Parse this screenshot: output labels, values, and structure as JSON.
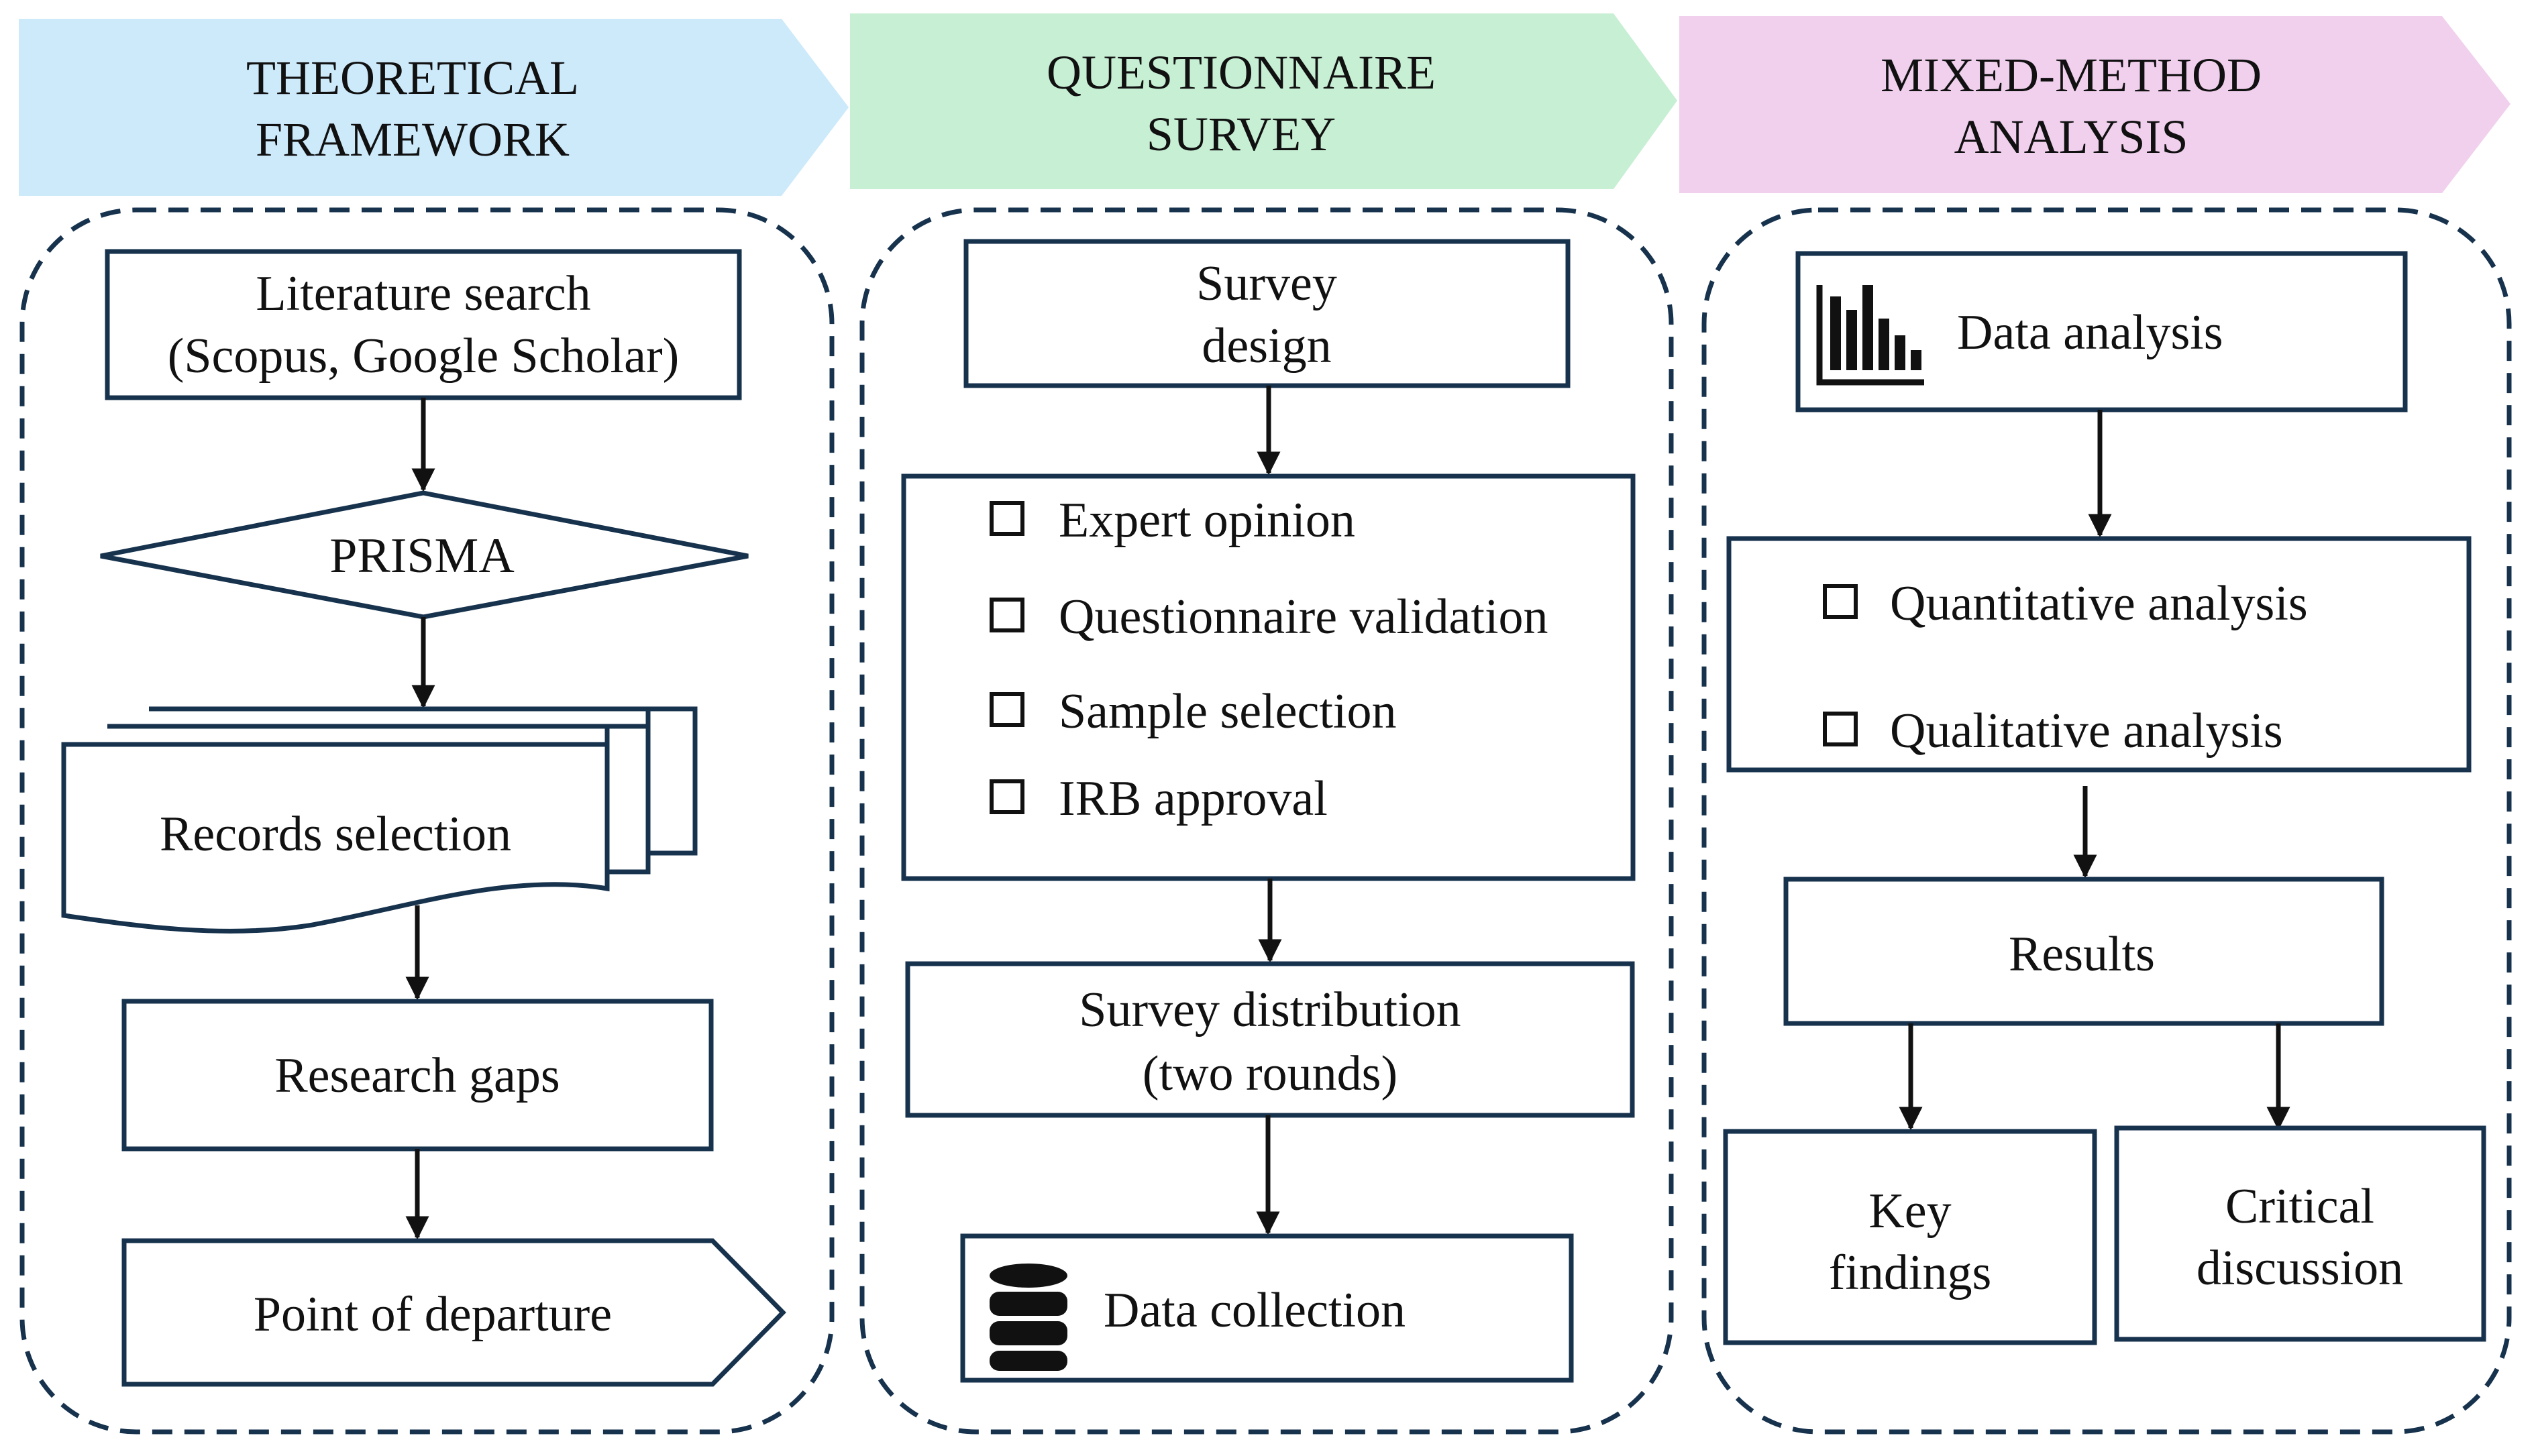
{
  "colors": {
    "header_theory": "#cdeafb",
    "header_survey": "#c7efd4",
    "header_analysis": "#f1d0ee",
    "border": "#17324d"
  },
  "columns": [
    {
      "header": [
        "THEORETICAL",
        "FRAMEWORK"
      ],
      "steps": {
        "literature_search": [
          "Literature search",
          "(Scopus, Google Scholar)"
        ],
        "prisma": "PRISMA",
        "records_selection": "Records selection",
        "research_gaps": "Research gaps",
        "point_of_departure": "Point of departure"
      }
    },
    {
      "header": [
        "QUESTIONNAIRE",
        "SURVEY"
      ],
      "steps": {
        "survey_design": [
          "Survey",
          "design"
        ],
        "checklist": [
          "Expert opinion",
          "Questionnaire validation",
          "Sample selection",
          "IRB approval"
        ],
        "survey_distribution": [
          "Survey distribution",
          "(two rounds)"
        ],
        "data_collection": "Data collection"
      }
    },
    {
      "header": [
        "MIXED-METHOD",
        "ANALYSIS"
      ],
      "steps": {
        "data_analysis": "Data analysis",
        "checklist": [
          "Quantitative analysis",
          "Qualitative analysis"
        ],
        "results": "Results",
        "key_findings": [
          "Key",
          "findings"
        ],
        "critical_discussion": [
          "Critical",
          "discussion"
        ]
      }
    }
  ],
  "icons": {
    "data_analysis": "bar-chart-icon",
    "data_collection": "database-icon",
    "checklist_item": "checkbox-icon"
  }
}
